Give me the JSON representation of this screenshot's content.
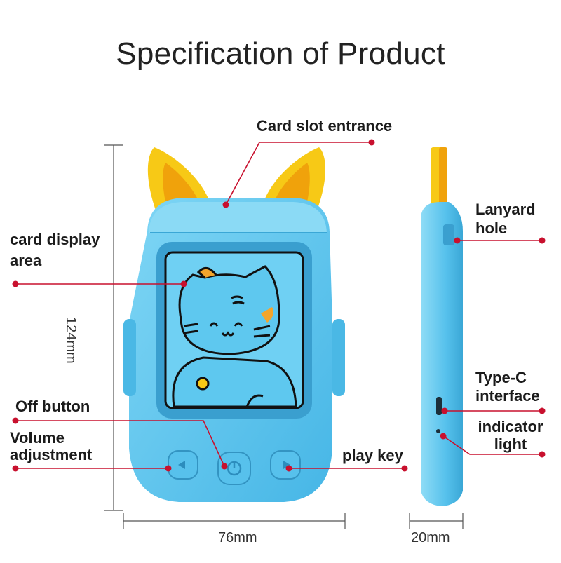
{
  "title": "Specification of Product",
  "labels": {
    "card_slot": "Card slot entrance",
    "card_display_1": "card display",
    "card_display_2": "area",
    "off_button": "Off button",
    "volume_1": "Volume",
    "volume_2": "adjustment",
    "play_key": "play key",
    "lanyard_1": "Lanyard",
    "lanyard_2": "hole",
    "typec_1": "Type-C",
    "typec_2": "interface",
    "indicator_1": "indicator",
    "indicator_2": "light"
  },
  "dimensions": {
    "height": "124mm",
    "width": "76mm",
    "depth": "20mm"
  },
  "colors": {
    "device_blue": "#5ec8ef",
    "device_dark": "#3aa7d6",
    "ear_yellow": "#f7c916",
    "ear_orange": "#f0a20b",
    "callout_red": "#c8102e"
  }
}
